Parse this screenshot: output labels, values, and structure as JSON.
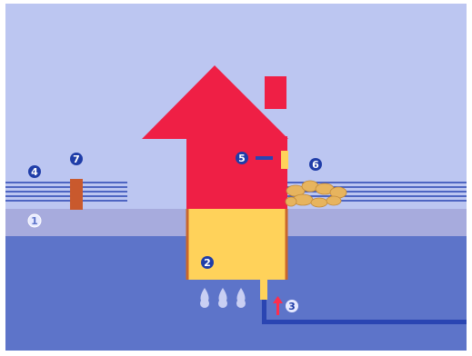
{
  "diagram": {
    "colors": {
      "sky": "#bcc6f1",
      "ground_strip": "#a7abdd",
      "soil": "#5d74c9",
      "house_roof": "#ef1f45",
      "basement": "#ffd25a",
      "basement_wall": "#c9672c",
      "chimney_post": "#c9592d",
      "pipe": "#2a45b2",
      "arrow_up": "#ff2e4d",
      "droplet": "#c9cff3",
      "badge_dark": "#1f3da8",
      "badge_light": "#e6e9ff",
      "stones": "#e7b45e"
    },
    "labels": [
      {
        "id": "1",
        "text": "1"
      },
      {
        "id": "2",
        "text": "2"
      },
      {
        "id": "3",
        "text": "3"
      },
      {
        "id": "4",
        "text": "4"
      },
      {
        "id": "5",
        "text": "5"
      },
      {
        "id": "6",
        "text": "6"
      },
      {
        "id": "7",
        "text": "7"
      }
    ]
  }
}
